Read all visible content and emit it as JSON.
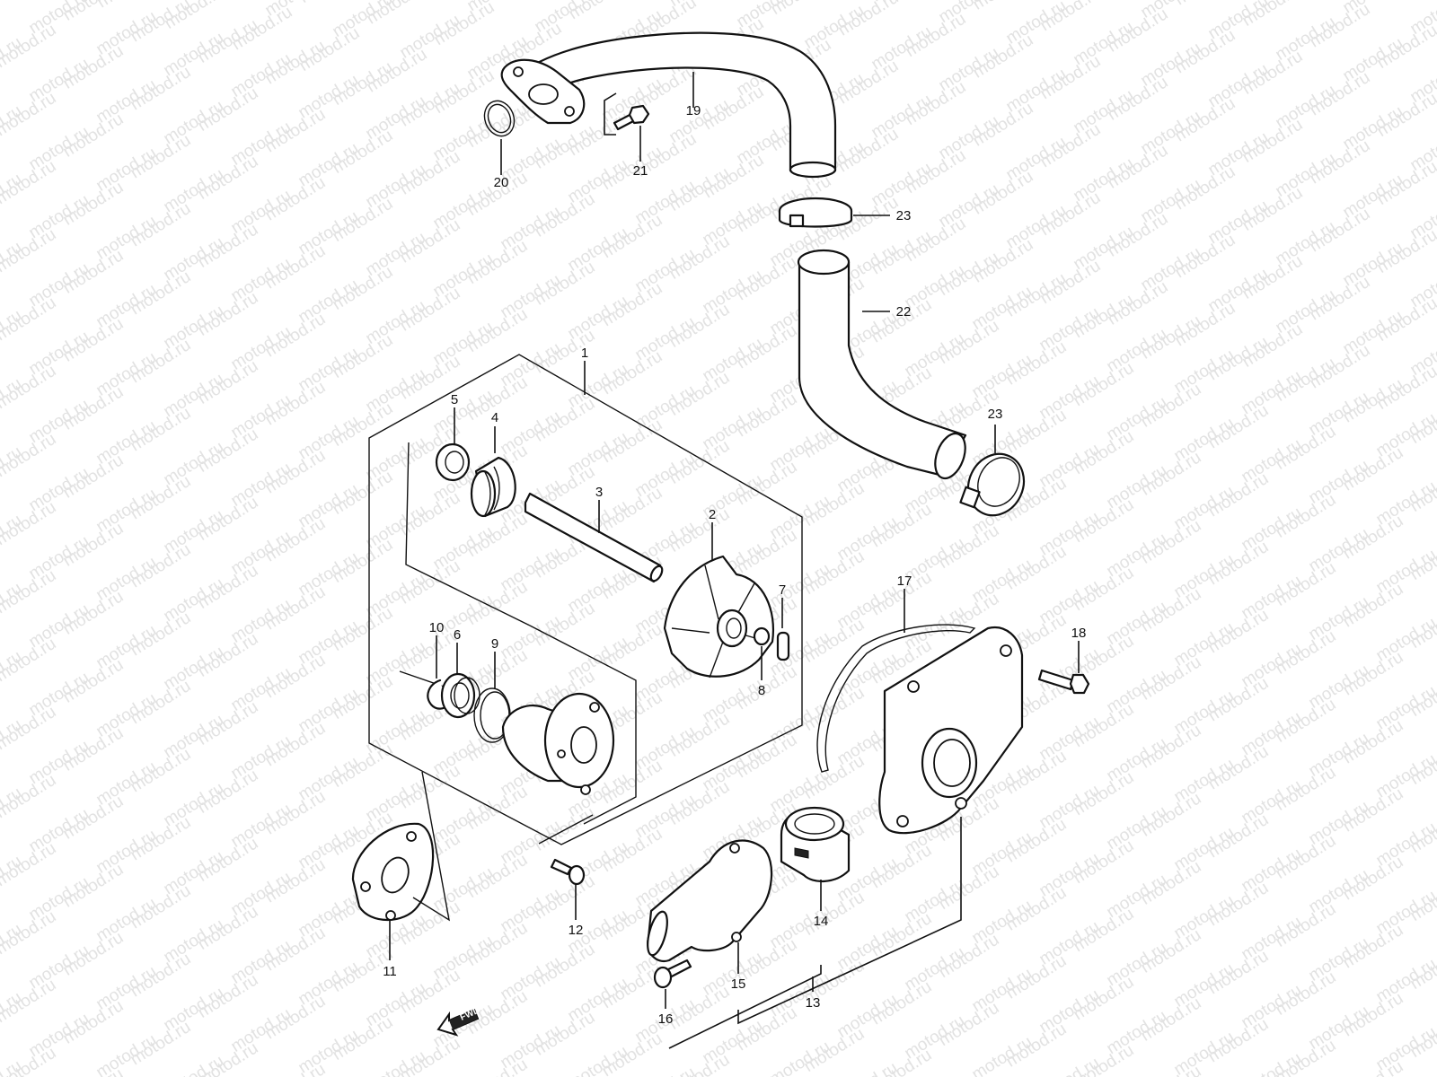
{
  "watermark_text": "motod.ru",
  "fwd_label": "FWD",
  "callouts": {
    "c1": "1",
    "c2": "2",
    "c3": "3",
    "c4": "4",
    "c5": "5",
    "c6": "6",
    "c7": "7",
    "c8": "8",
    "c9": "9",
    "c10": "10",
    "c11": "11",
    "c12": "12",
    "c13": "13",
    "c14": "14",
    "c15": "15",
    "c16": "16",
    "c17": "17",
    "c18": "18",
    "c19": "19",
    "c20": "20",
    "c21": "21",
    "c22": "22",
    "c23a": "23",
    "c23b": "23"
  }
}
